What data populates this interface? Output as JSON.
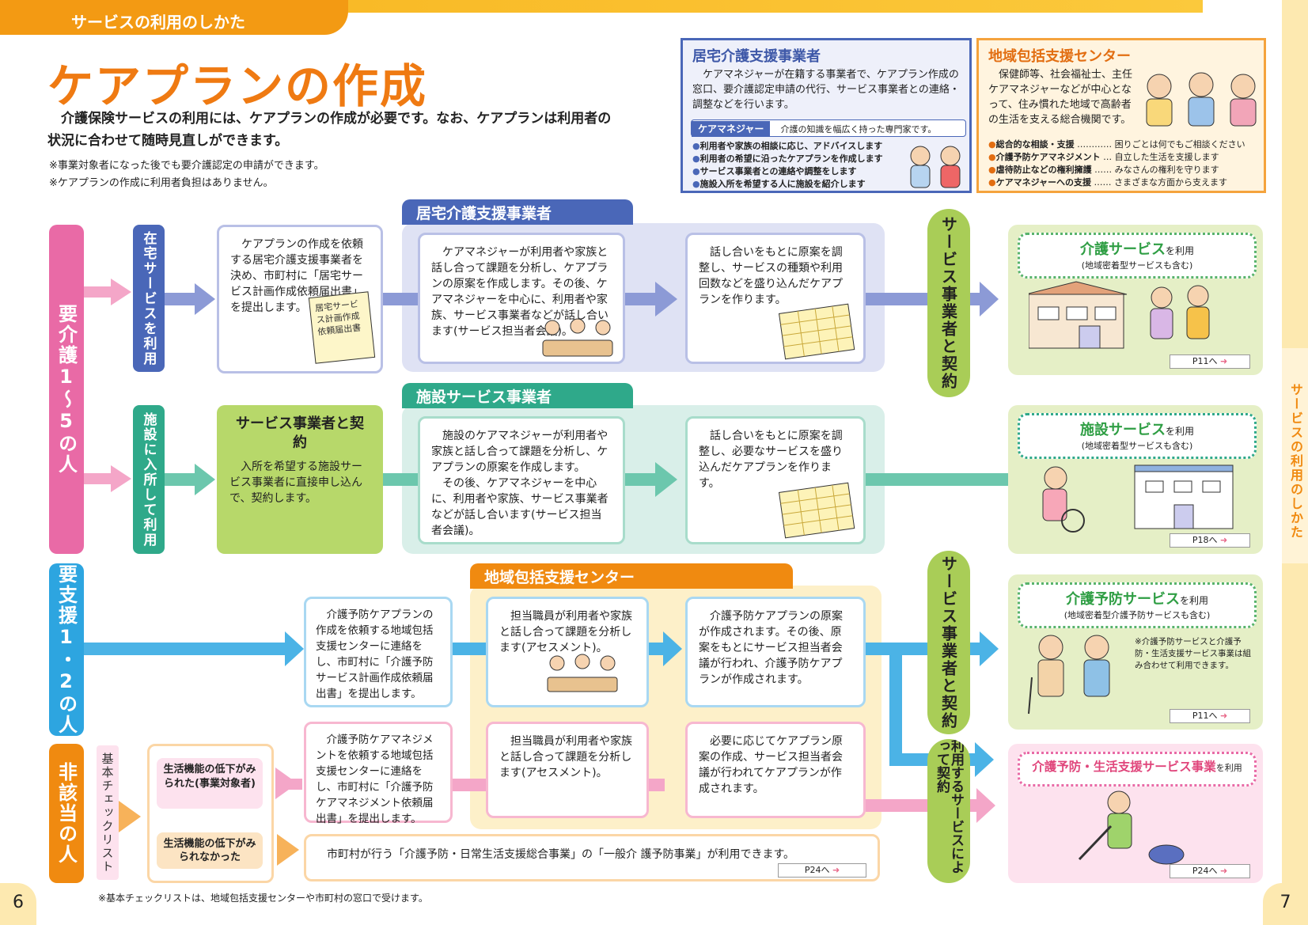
{
  "header": {
    "section_tab": "サービスの利用のしかた",
    "title": "ケアプランの作成",
    "intro": "介護保険サービスの利用には、ケアプランの作成が必要です。なお、ケアプランは利用者の状況に合わせて随時見直しができます。",
    "notes": [
      "※事業対象者になった後でも要介護認定の申請ができます。",
      "※ケアプランの作成に利用者負担はありません。"
    ]
  },
  "info1": {
    "title": "居宅介護支援事業者",
    "body": "ケアマネジャーが在籍する事業者で、ケアプラン作成の窓口、要介護認定申請の代行、サービス事業者との連絡・調整などを行います。",
    "cm_label": "ケアマネジャー",
    "cm_desc": "介護の知識を幅広く持った専門家です。",
    "bullets": [
      "利用者や家族の相談に応じ、アドバイスします",
      "利用者の希望に沿ったケアプランを作成します",
      "サービス事業者との連絡や調整をします",
      "施設入所を希望する人に施設を紹介します"
    ]
  },
  "info2": {
    "title": "地域包括支援センター",
    "body": "保健師等、社会福祉士、主任ケアマネジャーなどが中心となって、住み慣れた地域で高齢者の生活を支える総合機関です。",
    "rows": [
      {
        "k": "総合的な相談・支援",
        "v": "困りごとは何でもご相談ください"
      },
      {
        "k": "介護予防ケアマネジメント",
        "v": "自立した生活を支援します"
      },
      {
        "k": "虐待防止などの権利擁護",
        "v": "みなさんの権利を守ります"
      },
      {
        "k": "ケアマネジャーへの支援",
        "v": "さまざまな方面から支えます"
      }
    ]
  },
  "groups": {
    "care": "要介護1〜5の人",
    "support": "要支援1・2の人",
    "none": "非該当の人",
    "checklist": "基本チェックリスト"
  },
  "routes": {
    "home": "在宅サービスを利用",
    "facility": "施設に入所して利用"
  },
  "bands": {
    "kyotaku": "居宅介護支援事業者",
    "shisetsu": "施設サービス事業者",
    "chiiki": "地域包括支援センター"
  },
  "boxes": {
    "home1": "ケアプランの作成を依頼する居宅介護支援事業者を決め、市町村に「居宅サービス計画作成依頼届出書」を提出します。",
    "home_form": "居宅サービス計画作成依頼届出書",
    "home2": "ケアマネジャーが利用者や家族と話し合って課題を分析し、ケアプランの原案を作成します。その後、ケアマネジャーを中心に、利用者や家族、サービス事業者などが話し合います(サービス担当者会議)。",
    "home3": "話し合いをもとに原案を調整し、サービスの種類や利用回数などを盛り込んだケアプランを作ります。",
    "fac1_title": "サービス事業者と契約",
    "fac1": "入所を希望する施設サービス事業者に直接申し込んで、契約します。",
    "fac2a": "施設のケアマネジャーが利用者や家族と話し合って課題を分析し、ケアプランの原案を作成します。",
    "fac2b": "その後、ケアマネジャーを中心に、利用者や家族、サービス事業者などが話し合います(サービス担当者会議)。",
    "fac3": "話し合いをもとに原案を調整し、必要なサービスを盛り込んだケアプランを作ります。",
    "sup1": "介護予防ケアプランの作成を依頼する地域包括支援センターに連絡をし、市町村に「介護予防サービス計画作成依頼届出書」を提出します。",
    "sup2": "担当職員が利用者や家族と話し合って課題を分析します(アセスメント)。",
    "sup3": "介護予防ケアプランの原案が作成されます。その後、原案をもとにサービス担当者会議が行われ、介護予防ケアプランが作成されます。",
    "tgt1": "介護予防ケアマネジメントを依頼する地域包括支援センターに連絡をし、市町村に「介護予防ケアマネジメント依頼届出書」を提出します。",
    "tgt2": "担当職員が利用者や家族と話し合って課題を分析します(アセスメント)。",
    "tgt3": "必要に応じてケアプラン原案の作成、サービス担当者会議が行われてケアプランが作成されます。",
    "low_yes": "生活機能の低下がみられた(事業対象者)",
    "low_no": "生活機能の低下がみられなかった",
    "general": "市町村が行う「介護予防・日常生活支援総合事業」の「一般介 護予防事業」が利用できます。",
    "general_ref": "P24へ"
  },
  "contract": {
    "a": "サービス事業者と契約",
    "b": "サービス事業者と契約",
    "c": "利用するサービスによって契約"
  },
  "results": [
    {
      "title": "介護サービス",
      "suffix": "を利用",
      "sub": "(地域密着型サービスも含む)",
      "ref": "P11へ",
      "color": "#2f9e44"
    },
    {
      "title": "施設サービス",
      "suffix": "を利用",
      "sub": "(地域密着型サービスも含む)",
      "ref": "P18へ",
      "color": "#2f9e44"
    },
    {
      "title": "介護予防サービス",
      "suffix": "を利用",
      "sub": "(地域密着型介護予防サービスも含む)",
      "ref": "P11へ",
      "note": "※介護予防サービスと介護予防・生活支援サービス事業は組み合わせて利用できます。",
      "color": "#2f9e44"
    },
    {
      "title": "介護予防・生活支援サービス事業",
      "suffix": "を利用",
      "ref": "P24へ",
      "color": "#e0457b"
    }
  ],
  "footer": {
    "note": "※基本チェックリストは、地域包括支援センターや市町村の窓口で受けます。",
    "page_left": "6",
    "page_right": "7",
    "side_tab": "サービスの利用のしかた"
  },
  "colors": {
    "orange": "#f08a10",
    "pink": "#e96aa6",
    "blue": "#4a67b8",
    "green": "#2fa98a",
    "sky": "#2da5e0"
  }
}
